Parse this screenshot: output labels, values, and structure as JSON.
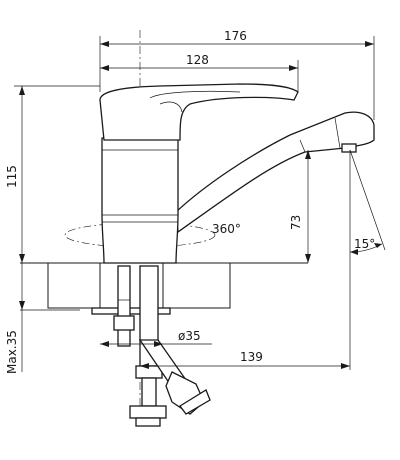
{
  "dimensions": {
    "overall_length": "176",
    "handle_length": "128",
    "total_height": "115",
    "spout_height": "73",
    "rotation": "360°",
    "spout_angle": "15°",
    "hole_diameter": "ø35",
    "spout_reach": "139",
    "max_mount_thickness": "Max.35"
  },
  "colors": {
    "line": "#1a1a1a",
    "background": "#ffffff"
  }
}
